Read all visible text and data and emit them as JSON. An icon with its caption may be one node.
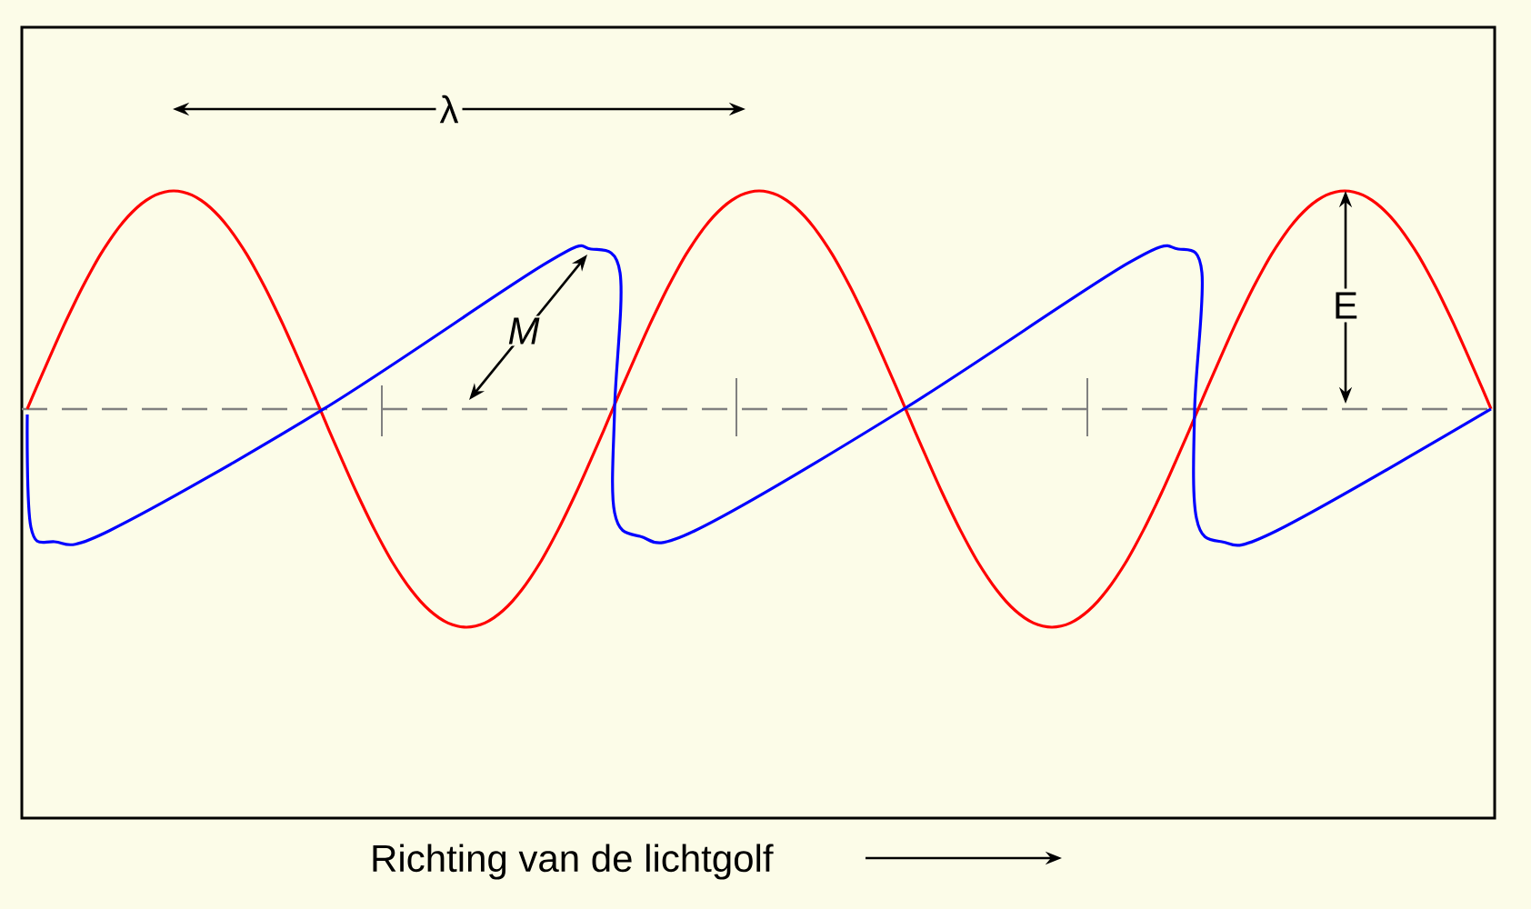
{
  "diagram": {
    "labels": [
      "λ",
      "E",
      "M",
      "Richting van de lichtgolf"
    ]
  }
}
